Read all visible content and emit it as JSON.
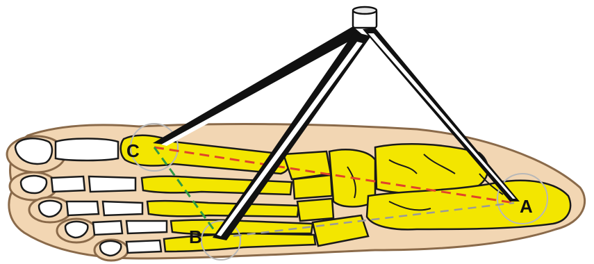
{
  "labels": {
    "point_a": "A",
    "point_b": "B",
    "point_c": "C"
  },
  "colors": {
    "skin": "#f2d6b3",
    "skin_outline": "#8a6a4a",
    "bone": "#f3e600",
    "bone_outline": "#1a1a1a",
    "toe_bone": "#ffffff",
    "tripod_leg": "#111111",
    "tripod_highlight": "#ffffff",
    "line_ca": "#e0442a",
    "line_cb": "#2e9a45",
    "line_ba": "#9a9a9a",
    "contact_circle": "#b8b8b8"
  },
  "icons": {
    "tripod": "tripod-icon",
    "foot": "foot-skeleton-icon"
  }
}
